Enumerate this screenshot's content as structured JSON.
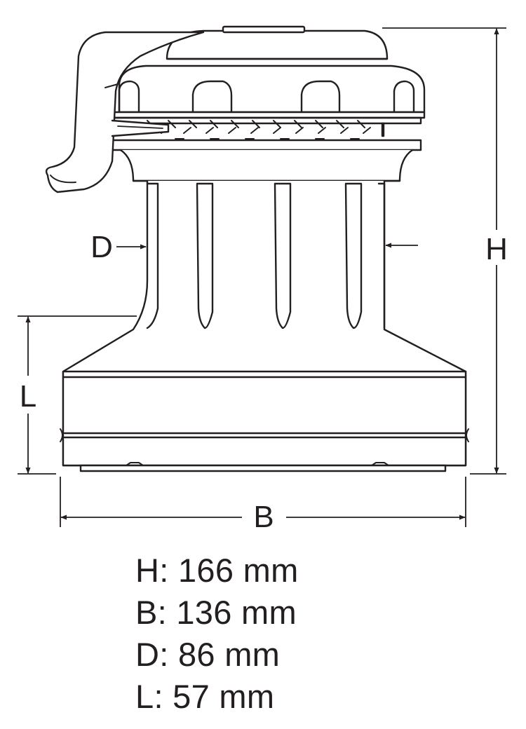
{
  "diagram": {
    "dimension_labels": {
      "H": "H",
      "B": "B",
      "D": "D",
      "L": "L"
    }
  },
  "specs": [
    {
      "key": "H",
      "text": "H: 166 mm"
    },
    {
      "key": "B",
      "text": "B: 136 mm"
    },
    {
      "key": "D",
      "text": "D: 86 mm"
    },
    {
      "key": "L",
      "text": "L: 57 mm"
    }
  ],
  "colors": {
    "line": "#231f20",
    "background": "#ffffff"
  }
}
